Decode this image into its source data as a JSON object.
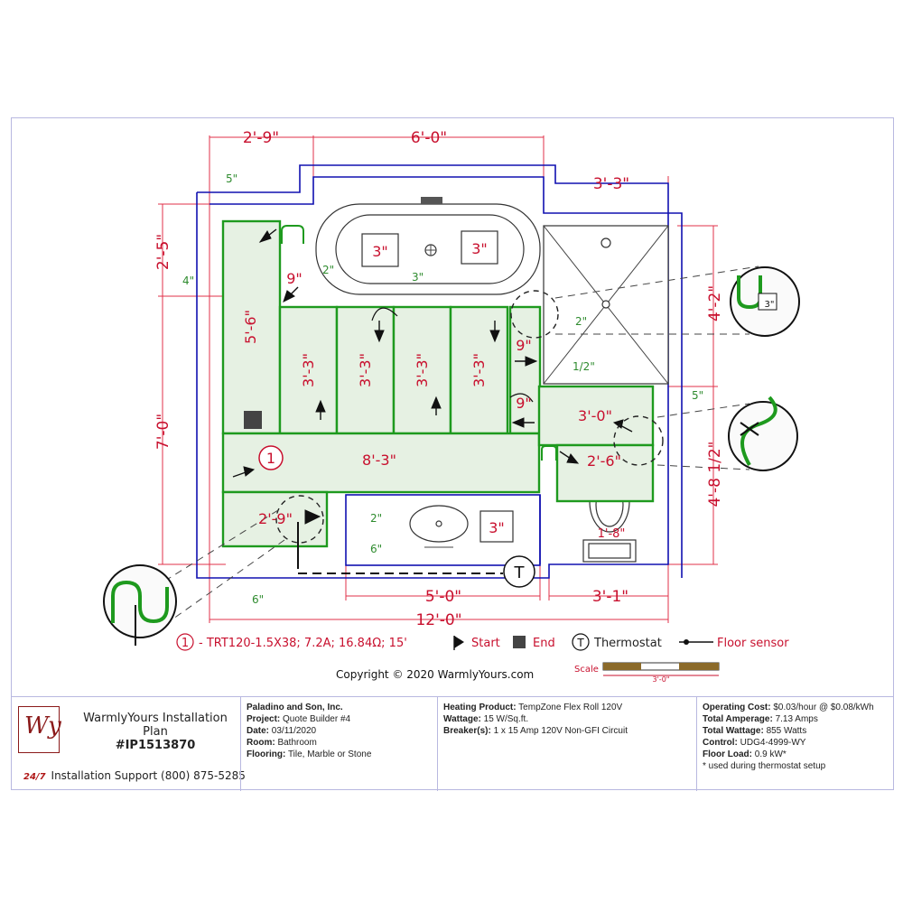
{
  "dimensions": {
    "top_left": "2'-9\"",
    "top_mid": "6'-0\"",
    "top_right": "3'-3\"",
    "left_upper": "2'-5\"",
    "left_lower": "7'-0\"",
    "right_upper": "4'-2\"",
    "right_lower": "4'-8 1/2\"",
    "bottom_left": "5'-0\"",
    "bottom_right": "3'-1\"",
    "bottom_total": "12'-0\""
  },
  "mat_labels": {
    "left_strip": "5'-6\"",
    "col1": "3'-3\"",
    "col2": "3'-3\"",
    "col3": "3'-3\"",
    "col4": "3'-3\"",
    "main_run": "8'-3\"",
    "lower_left": "2'-9\"",
    "right_upper": "3'-0\"",
    "right_lower": "2'-6\"",
    "small_a": "9\"",
    "small_b": "9\"",
    "small_c": "9\"",
    "toilet_width": "1'-8\""
  },
  "fixture_labels": {
    "tub_left": "3\"",
    "tub_right": "3\"",
    "vanity": "3\"",
    "shower_detail": "3\""
  },
  "gap_labels": {
    "g1": "5\"",
    "g2": "4\"",
    "g3": "2\"",
    "g4": "3\"",
    "g5": "2\"",
    "g6": "1/2\"",
    "g7": "5\"",
    "g8": "2\"",
    "g9": "6\"",
    "g10": "6\""
  },
  "circuit_number": "1",
  "thermostat_symbol": "T",
  "legend": {
    "circuit_marker": "1",
    "cable_spec": "- TRT120-1.5X38; 7.2A; 16.84Ω; 15'",
    "start_label": "Start",
    "end_label": "End",
    "thermostat_marker": "T",
    "thermostat_label": "Thermostat",
    "sensor_label": "Floor sensor"
  },
  "scale": {
    "label": "Scale",
    "value": "3'-0\""
  },
  "copyright": "Copyright © 2020 WarmlyYours.com",
  "title_block": {
    "logo_text": "Wy",
    "company_title": "WarmlyYours Installation Plan",
    "plan_id": "#IP1513870",
    "support_badge": "24/7",
    "support_text": "Installation Support (800) 875-5285",
    "client_name": "Paladino and Son, Inc.",
    "project_key": "Project:",
    "project_val": "Quote Builder #4",
    "date_key": "Date:",
    "date_val": "03/11/2020",
    "room_key": "Room:",
    "room_val": "Bathroom",
    "flooring_key": "Flooring:",
    "flooring_val": "Tile, Marble or Stone",
    "heating_key": "Heating Product:",
    "heating_val": "TempZone Flex Roll 120V",
    "wattage_key": "Wattage:",
    "wattage_val": "15 W/Sq.ft.",
    "breaker_key": "Breaker(s):",
    "breaker_val": "1 x 15 Amp 120V Non-GFI Circuit",
    "opcost_key": "Operating Cost:",
    "opcost_val": "$0.03/hour @ $0.08/kWh",
    "amperage_key": "Total Amperage:",
    "amperage_val": "7.13 Amps",
    "total_watt_key": "Total Wattage:",
    "total_watt_val": "855 Watts",
    "control_key": "Control:",
    "control_val": "UDG4-4999-WY",
    "floorload_key": "Floor Load:",
    "floorload_val": "0.9 kW*",
    "footnote": "* used during thermostat setup"
  },
  "colors": {
    "dimension_red": "#c8102e",
    "wall_blue": "#1010b0",
    "mat_green": "#1e9a1e",
    "brand_maroon": "#8b1a1a"
  }
}
